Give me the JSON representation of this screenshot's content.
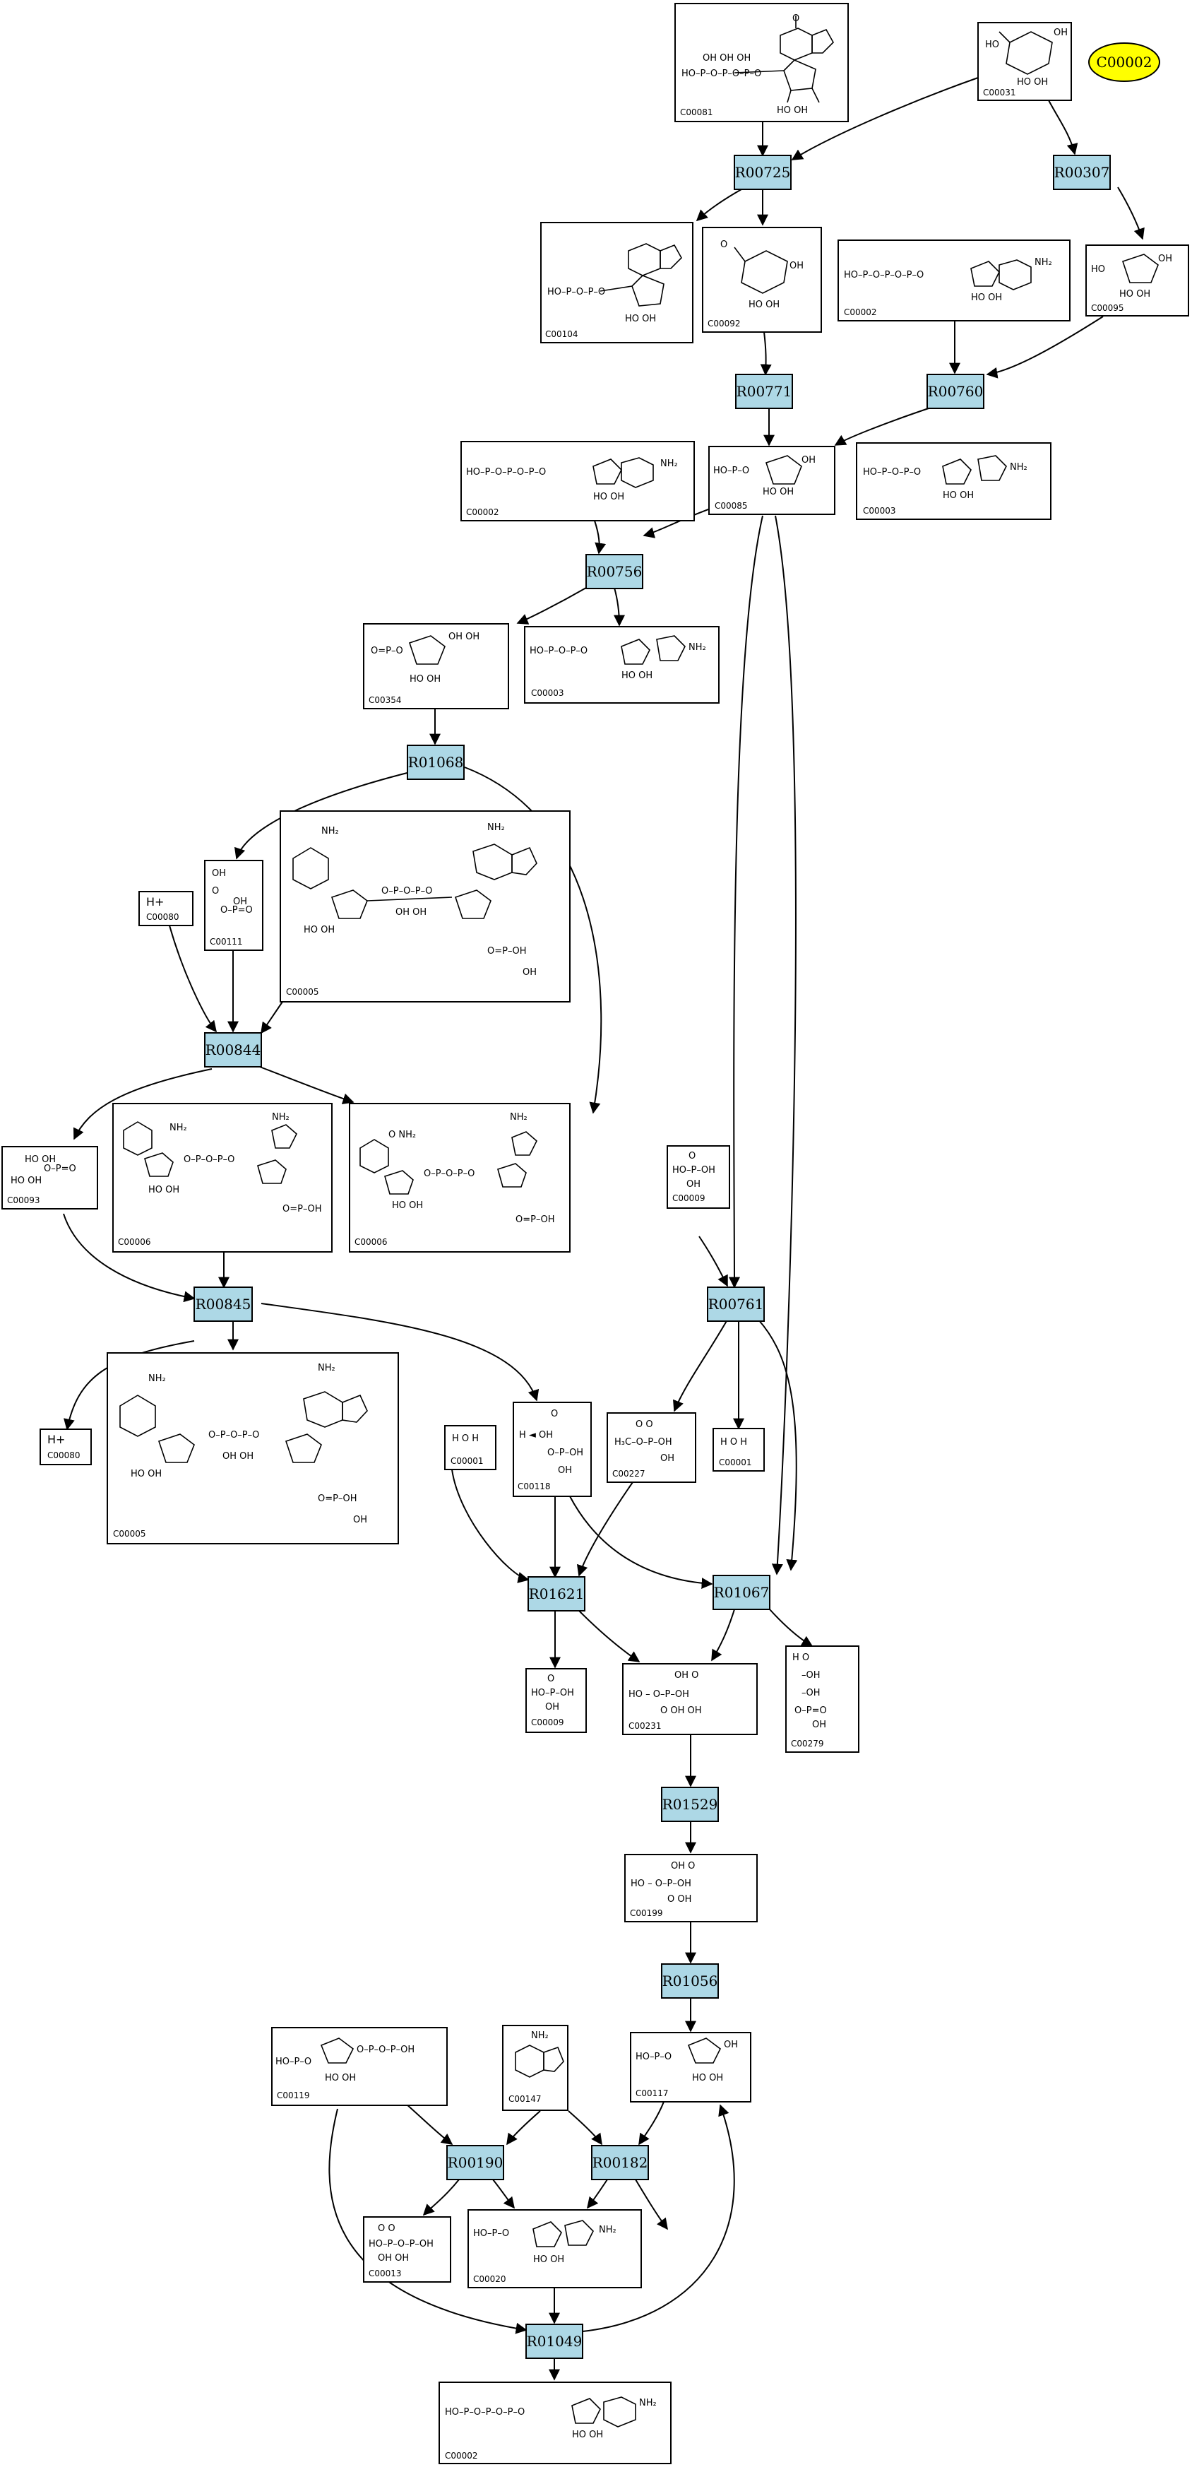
{
  "highlight": {
    "label": "C00002",
    "color": "#ffff00"
  },
  "reaction_color": "#add8e6",
  "compound_ids": [
    "C00081",
    "C00031",
    "C00104",
    "C00092",
    "C00002",
    "C00095",
    "C00085",
    "C00003",
    "C00354",
    "C00080",
    "C00111",
    "C00005",
    "C00093",
    "C00006",
    "C00009",
    "C00001",
    "C00118",
    "C00227",
    "C00231",
    "C00279",
    "C00199",
    "C00119",
    "C00147",
    "C00117",
    "C00013",
    "C00020"
  ],
  "reactions": [
    "R00725",
    "R00307",
    "R00771",
    "R00760",
    "R00756",
    "R01068",
    "R00844",
    "R00845",
    "R00761",
    "R01621",
    "R01067",
    "R01529",
    "R01056",
    "R00190",
    "R00182",
    "R01049"
  ],
  "proton_label": "H+"
}
